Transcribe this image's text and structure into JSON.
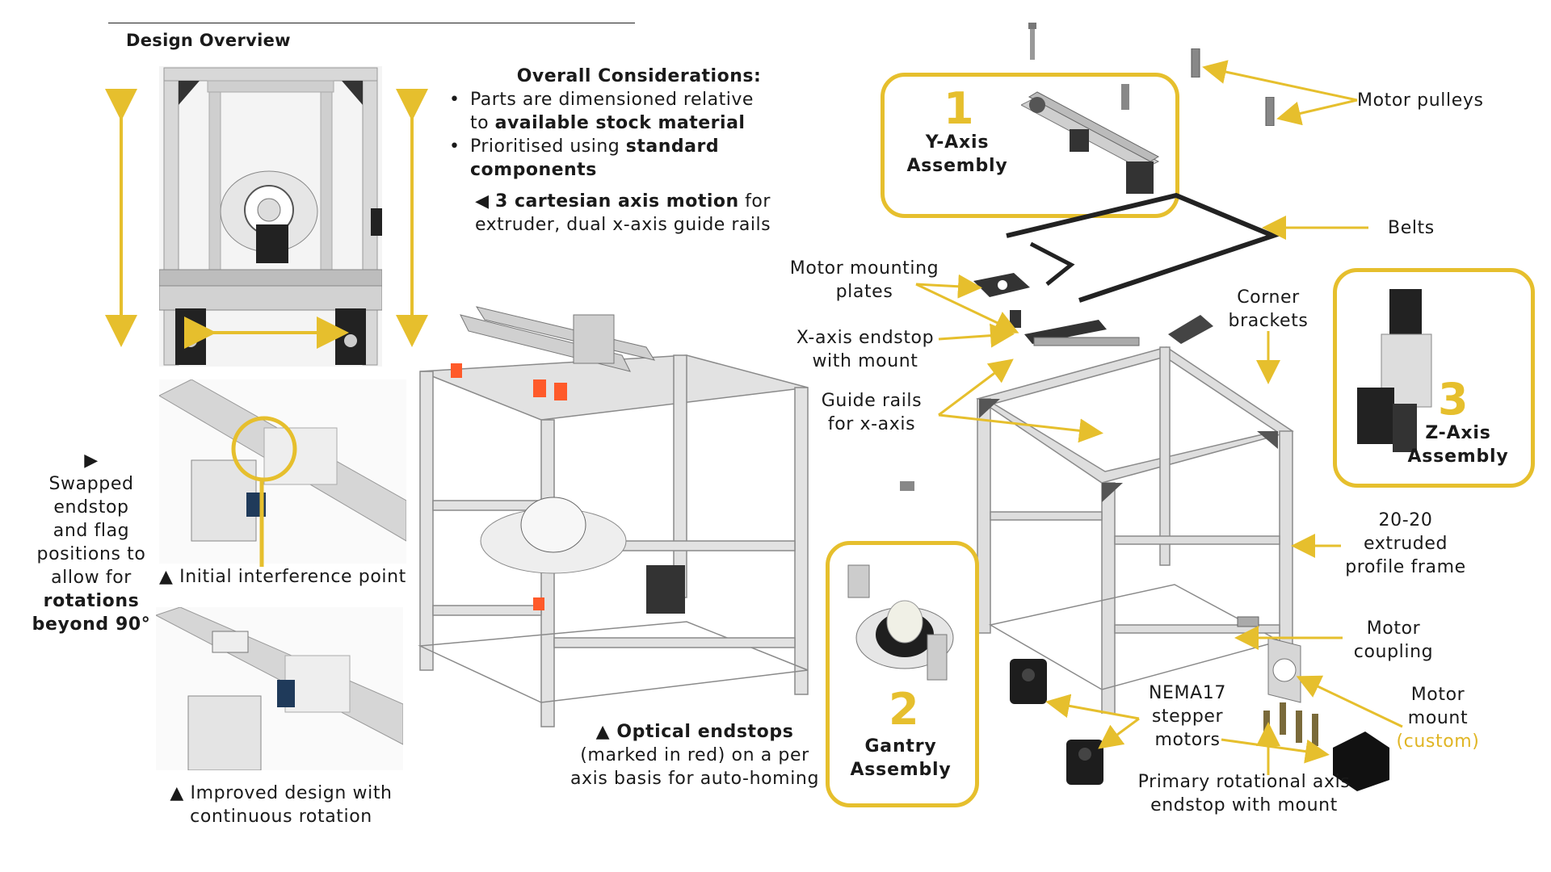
{
  "design_overview": {
    "title": "Design Overview"
  },
  "considerations": {
    "title": "Overall Considerations:",
    "bullet1_a": "Parts are dimensioned relative",
    "bullet1_b": "to ",
    "bullet1_c": "available stock material",
    "bullet2_a": "Prioritised using ",
    "bullet2_b": "standard",
    "bullet2_c": "components",
    "motion_arrow": "◀",
    "motion_bold": "3 cartesian axis motion",
    "motion_rest1": " for",
    "motion_rest2": "extruder, dual x-axis guide rails"
  },
  "swapped": {
    "arrow": "▶",
    "line1": "Swapped",
    "line2": "endstop",
    "line3": "and flag",
    "line4": "positions to",
    "line5": "allow for",
    "bold1": "rotations",
    "bold2": "beyond 90°"
  },
  "initial_interference": "▲ Initial interference point",
  "improved": {
    "line1": "▲ Improved design with",
    "line2": "continuous rotation"
  },
  "optical": {
    "bold": "▲ Optical endstops",
    "line2": "(marked in red) on a per",
    "line3": "axis basis for auto-homing"
  },
  "assemblies": {
    "y": {
      "num": "1",
      "line1": "Y-Axis",
      "line2": "Assembly"
    },
    "gantry": {
      "num": "2",
      "line1": "Gantry",
      "line2": "Assembly"
    },
    "z": {
      "num": "3",
      "line1": "Z-Axis",
      "line2": "Assembly"
    }
  },
  "labels": {
    "motor_pulleys": "Motor pulleys",
    "belts": "Belts",
    "motor_mounting_plates_1": "Motor mounting",
    "motor_mounting_plates_2": "plates",
    "corner_brackets_1": "Corner",
    "corner_brackets_2": "brackets",
    "x_endstop_1": "X-axis endstop",
    "x_endstop_2": "with mount",
    "guide_rails_1": "Guide rails",
    "guide_rails_2": "for x-axis",
    "frame_1": "20-20",
    "frame_2": "extruded",
    "frame_3": "profile frame",
    "coupling_1": "Motor",
    "coupling_2": "coupling",
    "motor_mount_1": "Motor",
    "motor_mount_2": "mount",
    "motor_mount_3": "(custom)",
    "nema_1": "NEMA17",
    "nema_2": "stepper",
    "nema_3": "motors",
    "primary_1": "Primary rotational axis",
    "primary_2": "endstop with mount"
  },
  "colors": {
    "accent": "#e6bf2d",
    "frame": "#c8c8c8",
    "dark": "#1a1a1a"
  }
}
